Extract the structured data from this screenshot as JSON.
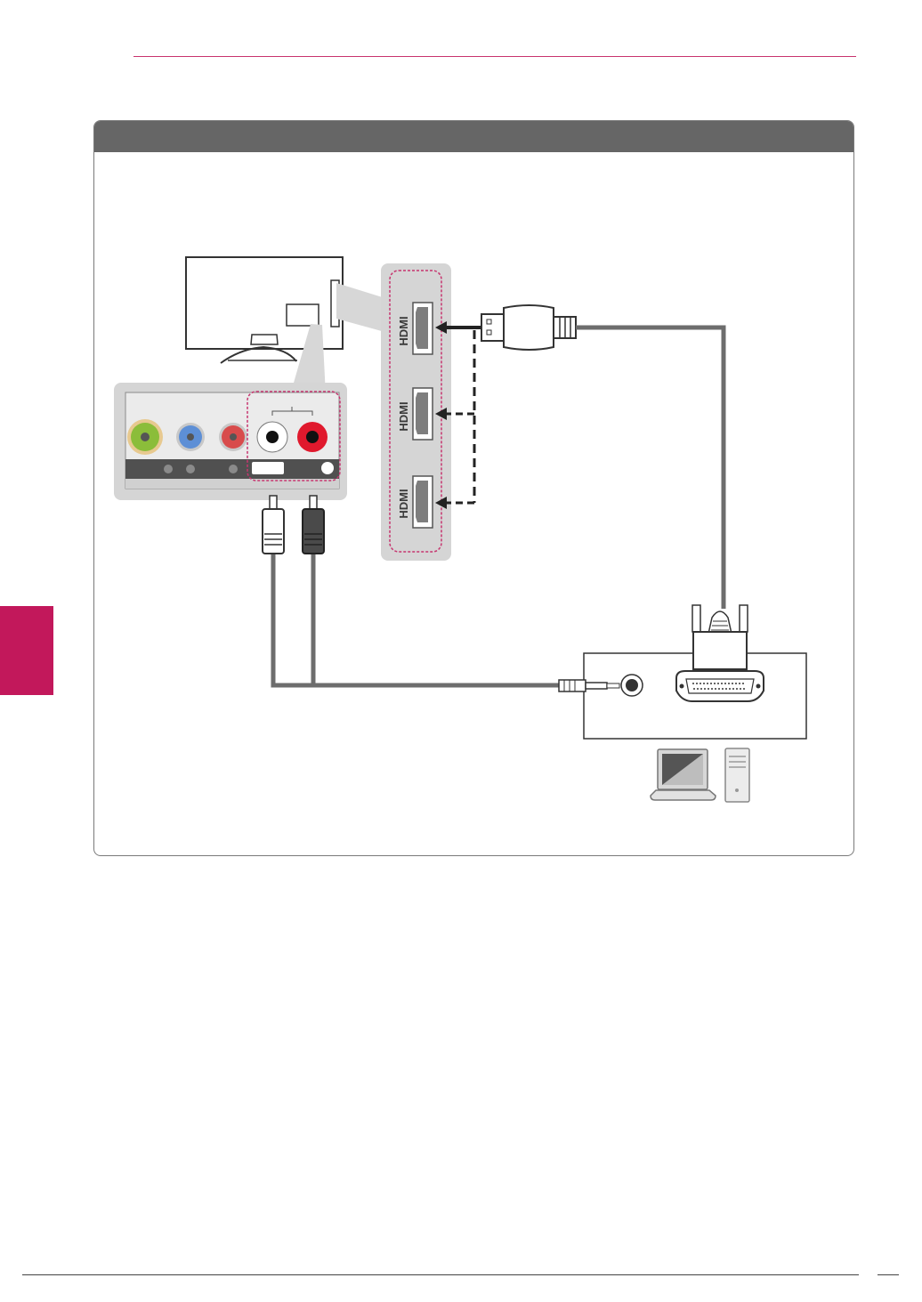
{
  "diagram": {
    "hdmi_ports": [
      {
        "label": "HDMI"
      },
      {
        "label": "HDMI"
      },
      {
        "label": "HDMI"
      }
    ],
    "colors": {
      "accent": "#c2185b",
      "header": "#666666",
      "cable": "#6d6d6d",
      "dashed_border": "#c7356f",
      "video_jack": "#8bbd3a",
      "blue_jack": "#5d8fd6",
      "red_jack": "#d84b4b",
      "audio_red": "#e0192d"
    }
  }
}
